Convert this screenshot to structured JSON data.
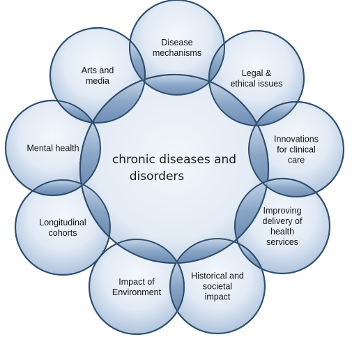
{
  "center": {
    "lines": [
      "chronic diseases and",
      "disorders"
    ]
  },
  "topics": [
    {
      "id": "disease-mechanisms",
      "lines": [
        "Disease",
        "mechanisms"
      ]
    },
    {
      "id": "legal-ethical",
      "lines": [
        "Legal &",
        "ethical issues"
      ]
    },
    {
      "id": "innovations",
      "lines": [
        "Innovations",
        "for clinical",
        "care"
      ]
    },
    {
      "id": "improving-delivery",
      "lines": [
        "Improving",
        "delivery of",
        "health",
        "services"
      ]
    },
    {
      "id": "historical-societal",
      "lines": [
        "Historical and",
        "societal",
        "impact"
      ]
    },
    {
      "id": "impact-environment",
      "lines": [
        "Impact of",
        "Environment"
      ]
    },
    {
      "id": "longitudinal-cohorts",
      "lines": [
        "Longitudinal",
        "cohorts"
      ]
    },
    {
      "id": "mental-health",
      "lines": [
        "Mental health"
      ]
    },
    {
      "id": "arts-media",
      "lines": [
        "Arts and",
        "media"
      ]
    }
  ],
  "colors": {
    "fill_light": "#eef3fa",
    "fill_mid": "#c9d8ea",
    "fill_dark": "#8aa6c6",
    "stroke": "#2f4f6e",
    "text": "#111111"
  }
}
